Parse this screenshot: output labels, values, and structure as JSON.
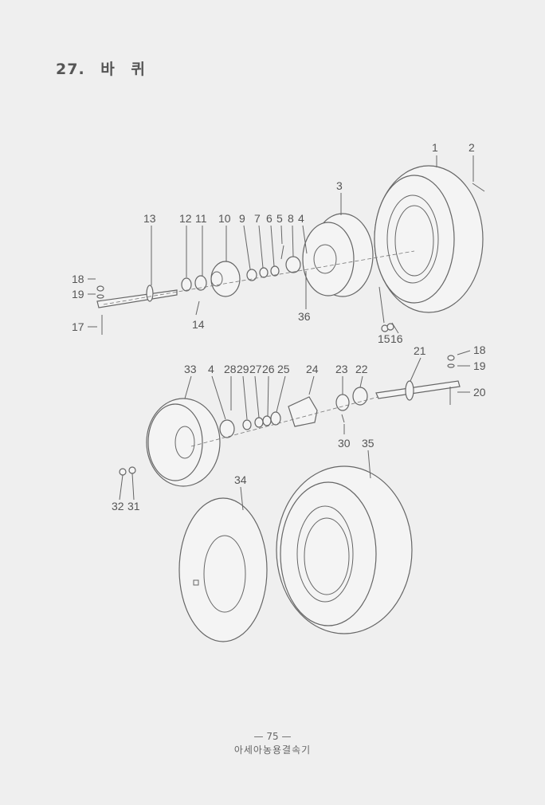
{
  "title": "27. 바 퀴",
  "footer": {
    "page_number": "— 75 —",
    "company": "아세아농용결속기"
  },
  "callouts": {
    "upper": [
      "1",
      "2",
      "3",
      "13",
      "12",
      "11",
      "10",
      "9",
      "7",
      "6",
      "5",
      "8",
      "4",
      "18",
      "19",
      "17",
      "14",
      "36",
      "15",
      "16"
    ],
    "lower": [
      "21",
      "18",
      "19",
      "20",
      "33",
      "4",
      "28",
      "29",
      "27",
      "26",
      "25",
      "24",
      "23",
      "22",
      "30",
      "35",
      "34",
      "32",
      "31"
    ]
  }
}
